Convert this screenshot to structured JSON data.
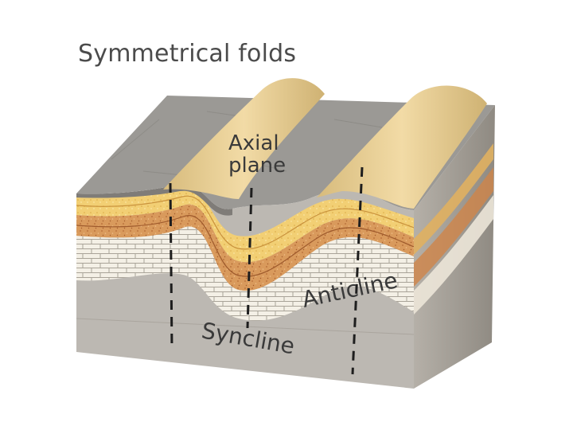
{
  "title": "Symmetrical folds",
  "labels": {
    "axial_line1": "Axial",
    "axial_line2": "plane",
    "anticline": "Anticline",
    "syncline": "Syncline"
  },
  "colors": {
    "top_rock": "#9a9894",
    "ridge_sand": "#e7cf94",
    "yellow_layer": "#efc86a",
    "orange_layer": "#cf8448",
    "brick_layer": "#f3efe4",
    "base_rock": "#b8b4ae",
    "dashes": "#1e1e1e"
  }
}
